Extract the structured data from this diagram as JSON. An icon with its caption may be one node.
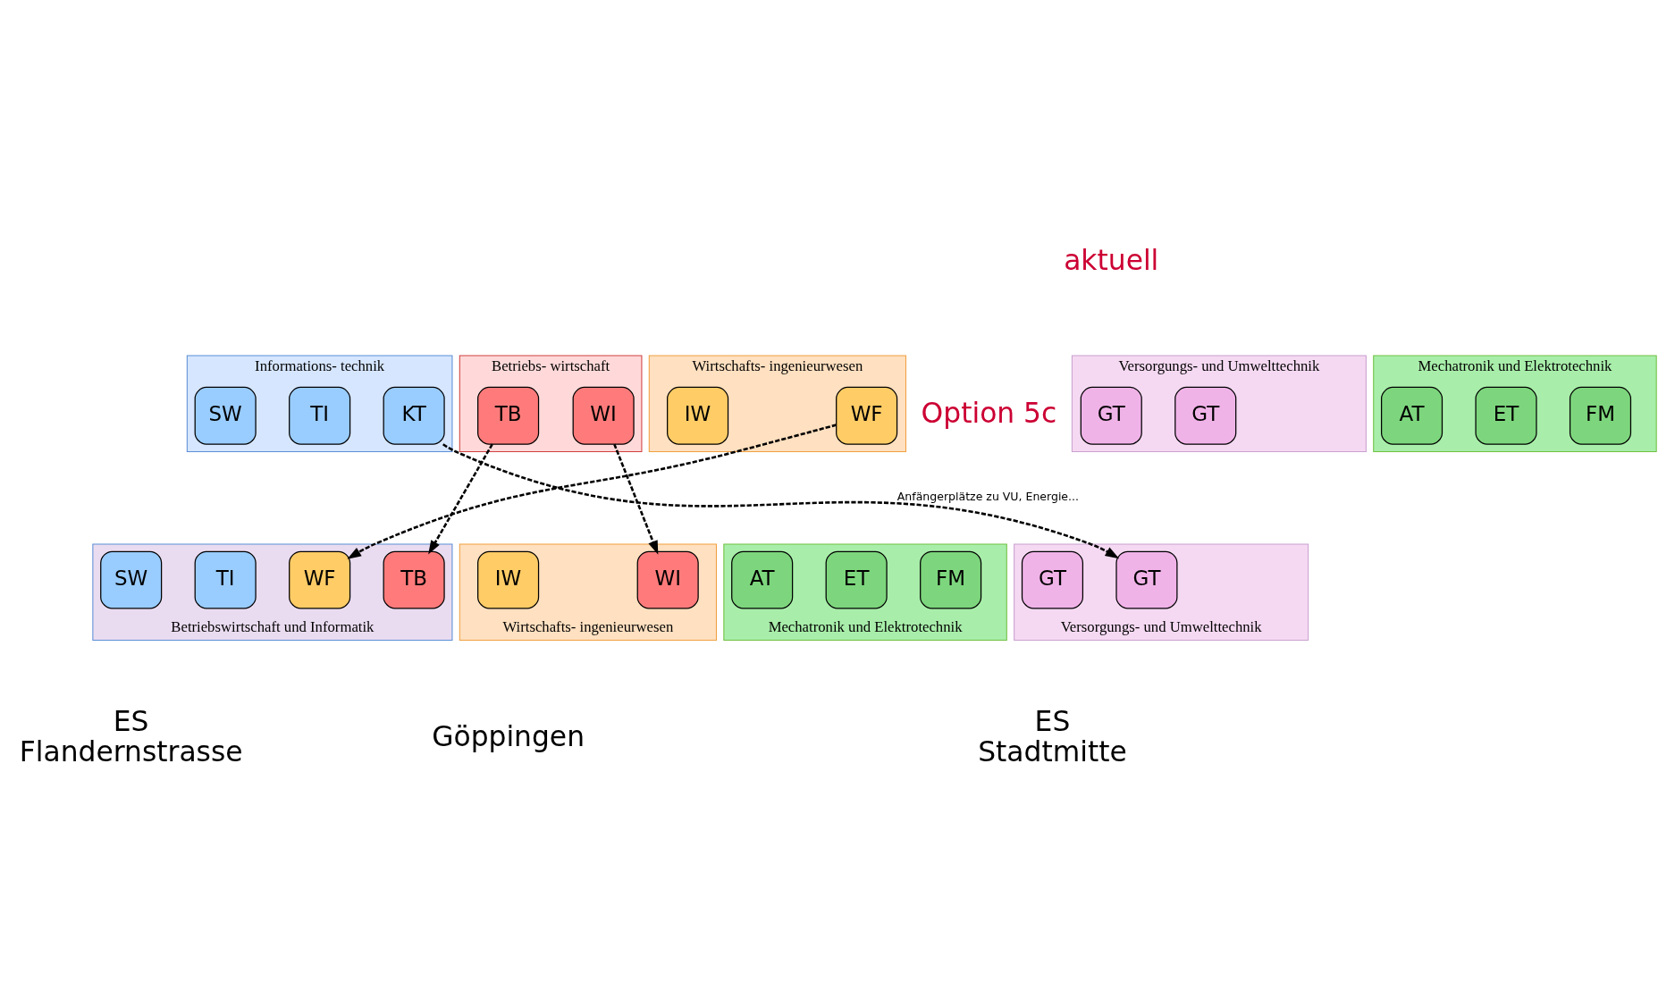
{
  "diagram": {
    "nodes": [
      {
        "text": [
          "Versorgungs- und Umwelttechnik"
        ]
      },
      {
        "text": [
          "GT"
        ],
        "in": 0
      },
      {
        "text": [
          "GT"
        ],
        "in": 0
      },
      {
        "text": [
          "Informations- technik"
        ]
      },
      {
        "text": [
          "SW"
        ],
        "in": 3
      },
      {
        "text": [
          "TI"
        ],
        "in": 3
      },
      {
        "text": [
          "KT"
        ],
        "in": 3
      },
      {
        "text": [
          "Betriebs- wirtschaft"
        ]
      },
      {
        "text": [
          "TB"
        ],
        "in": 7
      },
      {
        "text": [
          "WI"
        ],
        "in": 7
      },
      {
        "text": [
          "Wirtschafts- ingenieurwesen"
        ]
      },
      {
        "text": [
          "IW"
        ],
        "in": 10
      },
      {
        "text": [
          "WF"
        ],
        "in": 10
      },
      {
        "text": [
          "Mechatronik und Elektrotechnik"
        ]
      },
      {
        "text": [
          "AT"
        ],
        "in": 13
      },
      {
        "text": [
          "ET"
        ],
        "in": 13
      },
      {
        "text": [
          "FM"
        ],
        "in": 13
      },
      {
        "text": [
          "Versorgungs- und Umwelttechnik"
        ]
      },
      {
        "text": [
          "GT"
        ],
        "in": 17
      },
      {
        "text": [
          "GT"
        ],
        "in": 17
      },
      {
        "text": [
          "Betriebswirtschaft und Informatik"
        ]
      },
      {
        "text": [
          "SW"
        ],
        "in": 20
      },
      {
        "text": [
          "TI"
        ],
        "in": 20
      },
      {
        "text": [
          "WF"
        ],
        "in": 20
      },
      {
        "text": [
          "TB"
        ],
        "in": 20
      },
      {
        "text": [
          "Wirtschafts- ingenieurwesen"
        ]
      },
      {
        "text": [
          "IW"
        ],
        "in": 25
      },
      {
        "text": [
          "WI"
        ],
        "in": 25
      },
      {
        "text": [
          "Mechatronik und Elektrotechnik"
        ]
      },
      {
        "text": [
          "AT"
        ],
        "in": 28
      },
      {
        "text": [
          "ET"
        ],
        "in": 28
      },
      {
        "text": [
          "FM"
        ],
        "in": 28
      }
    ],
    "edges": [
      {
        "from": 6,
        "to": 19,
        "arrow": "to",
        "style": "dashed",
        "label": "Anfängerplätze zu VU, Energie..."
      },
      {
        "from": 8,
        "to": 24,
        "arrow": "to",
        "style": "dashed"
      },
      {
        "from": 9,
        "to": 27,
        "arrow": "to",
        "style": "dashed"
      },
      {
        "from": 12,
        "to": 23,
        "arrow": "to",
        "style": "dashed"
      }
    ],
    "labels": [
      "aktuell",
      "Option 5c",
      "ES Stadtmitte",
      "ES Flandernstrasse",
      "Göppingen"
    ]
  }
}
